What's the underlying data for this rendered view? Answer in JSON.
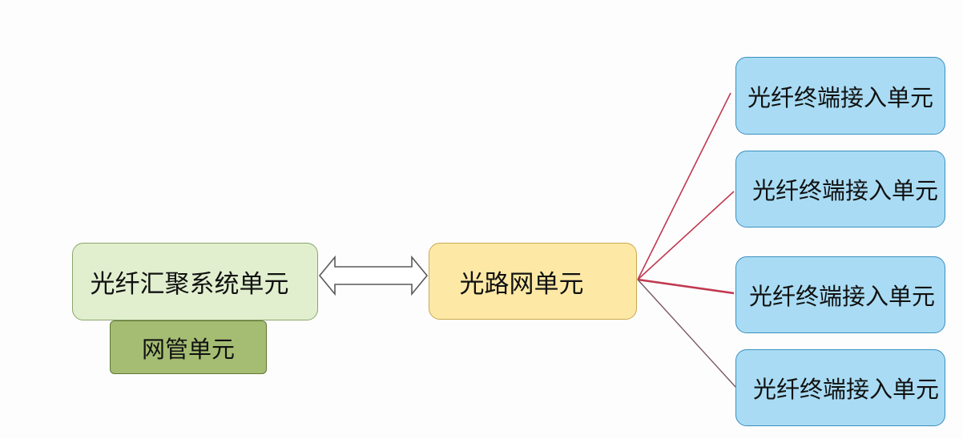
{
  "nodes": {
    "aggregation": {
      "label": "光纤汇聚系统单元"
    },
    "management": {
      "label": "网管单元"
    },
    "odn": {
      "label": "光路网单元"
    },
    "terminals": [
      {
        "label": "光纤终端接入单元"
      },
      {
        "label": "光纤终端接入单元"
      },
      {
        "label": "光纤终端接入单元"
      },
      {
        "label": "光纤终端接入单元"
      }
    ]
  },
  "colors": {
    "aggregation_fill": "#e1efcf",
    "management_fill": "#a5bd73",
    "odn_fill": "#fde9a5",
    "terminal_fill": "#a9dcf4",
    "link_line": "#c0394f"
  }
}
